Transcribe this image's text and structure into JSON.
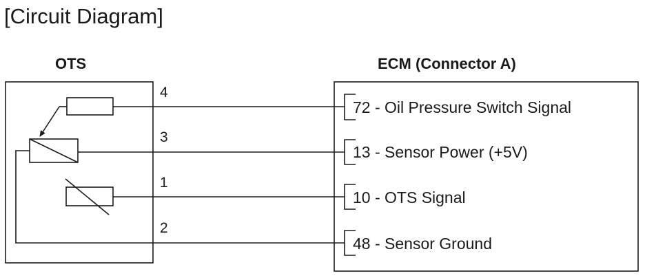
{
  "title": "[Circuit Diagram]",
  "ots": {
    "label": "OTS"
  },
  "ecm": {
    "label": "ECM (Connector A)"
  },
  "pins": [
    {
      "number": "4",
      "signal": "72 - Oil Pressure Switch Signal"
    },
    {
      "number": "3",
      "signal": "13 - Sensor Power (+5V)"
    },
    {
      "number": "1",
      "signal": "10 - OTS Signal"
    },
    {
      "number": "2",
      "signal": "48 - Sensor Ground"
    }
  ],
  "colors": {
    "line": "#1a1a1a"
  }
}
